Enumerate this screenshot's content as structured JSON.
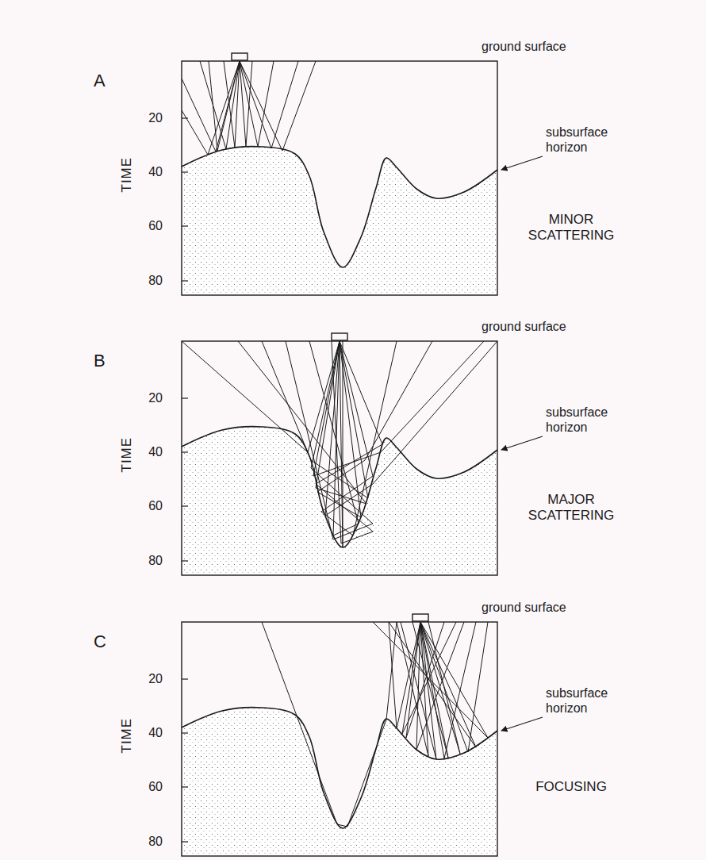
{
  "diagram": {
    "labels": [
      "ground surface",
      "A",
      "20",
      "40",
      "60",
      "80",
      "TIME",
      "subsurface horizon",
      "MINOR SCATTERING",
      "ground surface",
      "B",
      "20",
      "40",
      "60",
      "80",
      "TIME",
      "subsurface horizon",
      "MAJOR SCATTERING",
      "ground surface",
      "C",
      "20",
      "40",
      "60",
      "80",
      "TIME",
      "subsurface horizon",
      "FOCUSING"
    ]
  }
}
